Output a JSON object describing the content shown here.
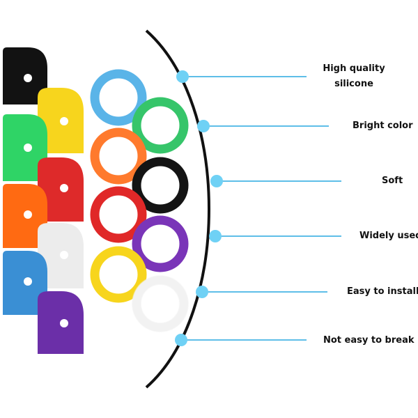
{
  "colors": {
    "arc": "#111111",
    "connector": "#29a8e0",
    "dot": "#6fd1f5",
    "caps": [
      "#121212",
      "#f7d51d",
      "#2fd466",
      "#de2a2a",
      "#ff6a12",
      "#ececec",
      "#3a8fd4",
      "#6b2fa8"
    ],
    "rings": [
      "#5ab4e8",
      "#36c56a",
      "#ff7a2d",
      "#141414",
      "#e02828",
      "#7a35b8",
      "#f7d51d",
      "#f2f2f2"
    ]
  },
  "features": [
    {
      "label": "High quality",
      "label_line2": "silicone",
      "icon": "bullet-dot-icon"
    },
    {
      "label": "Bright color",
      "icon": "bullet-dot-icon"
    },
    {
      "label": "Soft",
      "icon": "bullet-dot-icon"
    },
    {
      "label": "Widely used",
      "icon": "bullet-dot-icon"
    },
    {
      "label": "Easy to install",
      "icon": "bullet-dot-icon"
    },
    {
      "label": "Not easy to break",
      "icon": "bullet-dot-icon"
    }
  ]
}
